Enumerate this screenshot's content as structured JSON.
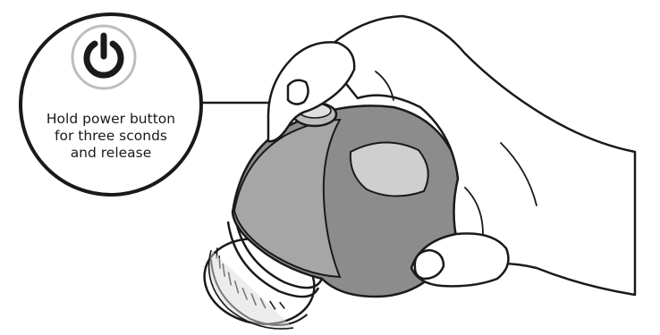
{
  "callout": {
    "lines": [
      "Hold power button",
      "for three sconds",
      "and release"
    ]
  },
  "icons": {
    "badge": "power-icon"
  },
  "colors": {
    "ink": "#1a1a1a",
    "badge_ring": "#bdbdbd",
    "device_body": "#8c8c8c",
    "device_front": "#a6a6a6",
    "device_light": "#cfcfcf",
    "bristles": "#d9d9d9",
    "background": "#ffffff"
  }
}
